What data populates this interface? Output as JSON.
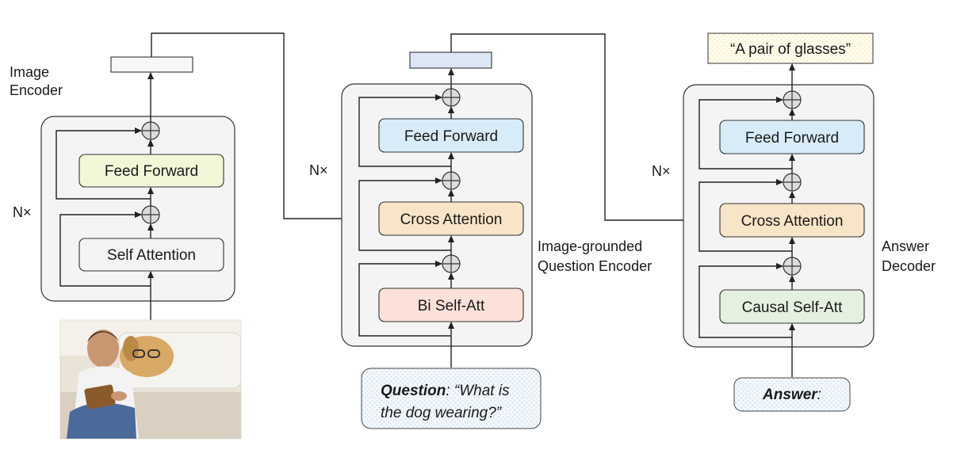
{
  "colors": {
    "feed_forward_image": "#f2f7d8",
    "self_attention": "#f4f4f4",
    "feed_forward_question": "#d7ecf8",
    "cross_attention": "#f8e4c6",
    "bi_self_att": "#fbe1d8",
    "causal_self_att": "#e4f1df",
    "output_token_question": "#dce7f6",
    "output_text_box": "#fffbe8",
    "input_box": "#edf4fa"
  },
  "image_encoder": {
    "label_line1": "Image",
    "label_line2": "Encoder",
    "repeat": "N×",
    "feed_forward": "Feed Forward",
    "self_attention": "Self Attention",
    "input_image_description": "photo-man-reading-with-dog"
  },
  "question_encoder": {
    "label_line1": "Image-grounded",
    "label_line2": "Question Encoder",
    "repeat": "N×",
    "feed_forward": "Feed Forward",
    "cross_attention": "Cross Attention",
    "bi_self_att": "Bi Self-Att",
    "input_bold": "Question",
    "input_rest_line1": ": “What is",
    "input_line2": "the dog wearing?”"
  },
  "answer_decoder": {
    "label_line1": "Answer",
    "label_line2": "Decoder",
    "repeat": "N×",
    "feed_forward": "Feed Forward",
    "cross_attention": "Cross Attention",
    "causal_self_att": "Causal Self-Att",
    "input_bold": "Answer",
    "input_rest": ":",
    "output_text": "“A pair of glasses”"
  }
}
